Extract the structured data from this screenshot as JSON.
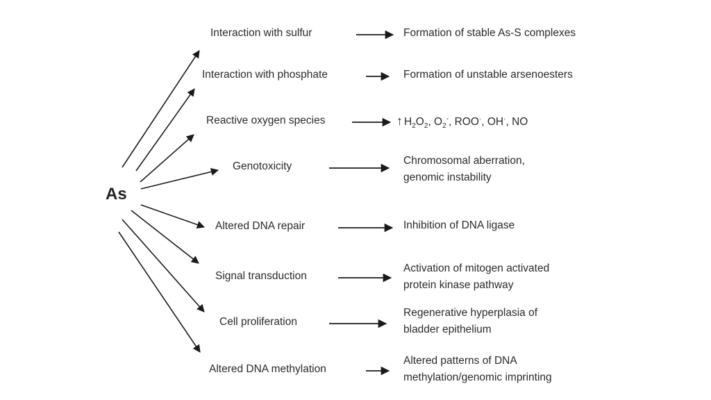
{
  "source": "As",
  "mechanisms": [
    {
      "label": "Interaction with sulfur",
      "effect": [
        "Formation of stable As-S complexes"
      ]
    },
    {
      "label": "Interaction with phosphate",
      "effect": [
        "Formation of unstable arsenoesters"
      ]
    },
    {
      "label": "Reactive oxygen species",
      "effect_parts": {
        "h": "H",
        "two_a": "2",
        "o": "O",
        "two_b": "2",
        "comma_a": ", O",
        "two_c": "2",
        "minus": "-",
        "rest": ", ROO",
        "dot": "·",
        "comma_b": ", OH",
        "dot2": "·",
        "end": ", NO"
      }
    },
    {
      "label": "Genotoxicity",
      "effect": [
        "Chromosomal aberration,",
        "genomic instability"
      ]
    },
    {
      "label": "Altered DNA repair",
      "effect": [
        "Inhibition of DNA ligase"
      ]
    },
    {
      "label": "Signal transduction",
      "effect": [
        "Activation of mitogen activated",
        "protein kinase pathway"
      ]
    },
    {
      "label": "Cell proliferation",
      "effect": [
        "Regenerative hyperplasia of",
        "bladder epithelium"
      ]
    },
    {
      "label": "Altered DNA methylation",
      "effect": [
        "Altered patterns of DNA",
        "methylation/genomic imprinting"
      ]
    }
  ]
}
